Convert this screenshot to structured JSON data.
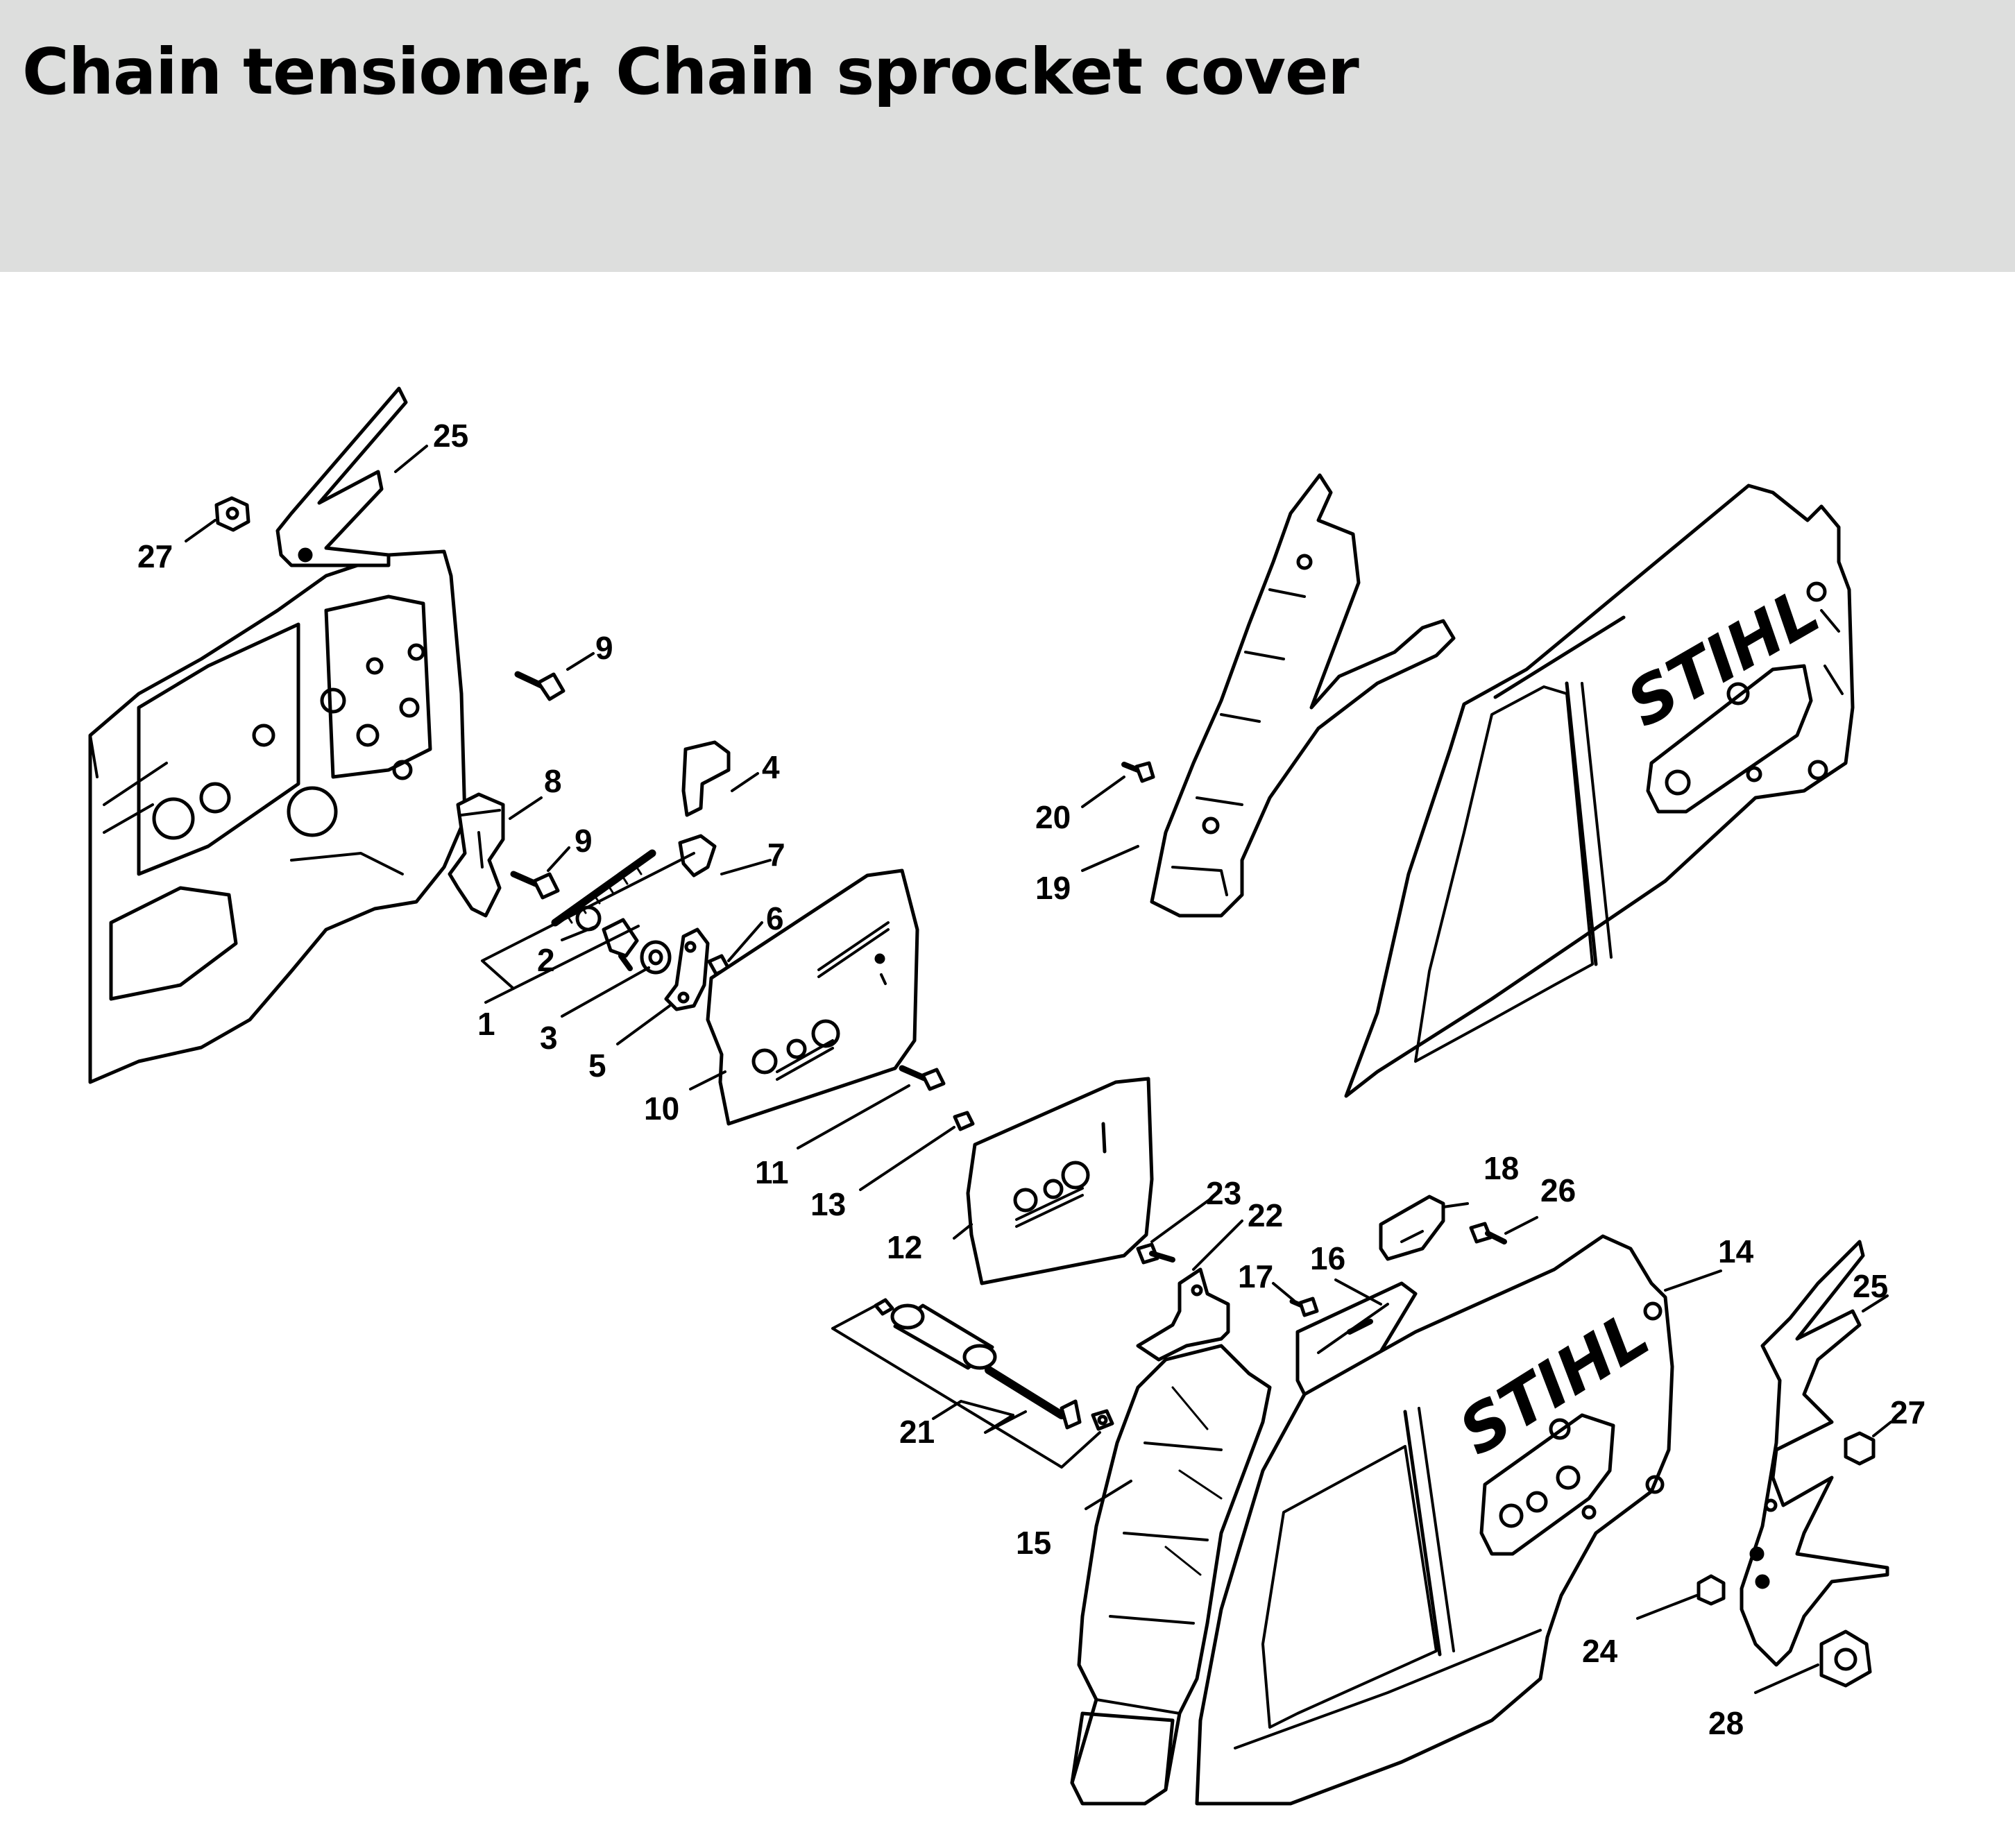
{
  "header": {
    "title": "Chain tensioner, Chain sprocket cover",
    "band_color": "#dddedd"
  },
  "diagram": {
    "brand_marks": [
      "STIHL",
      "STIHL"
    ],
    "callouts": [
      "25",
      "27",
      "9",
      "8",
      "4",
      "9",
      "7",
      "2",
      "6",
      "1",
      "3",
      "5",
      "10",
      "11",
      "13",
      "12",
      "20",
      "19",
      "23",
      "22",
      "18",
      "26",
      "14",
      "17",
      "16",
      "25",
      "27",
      "21",
      "15",
      "24",
      "28"
    ]
  }
}
